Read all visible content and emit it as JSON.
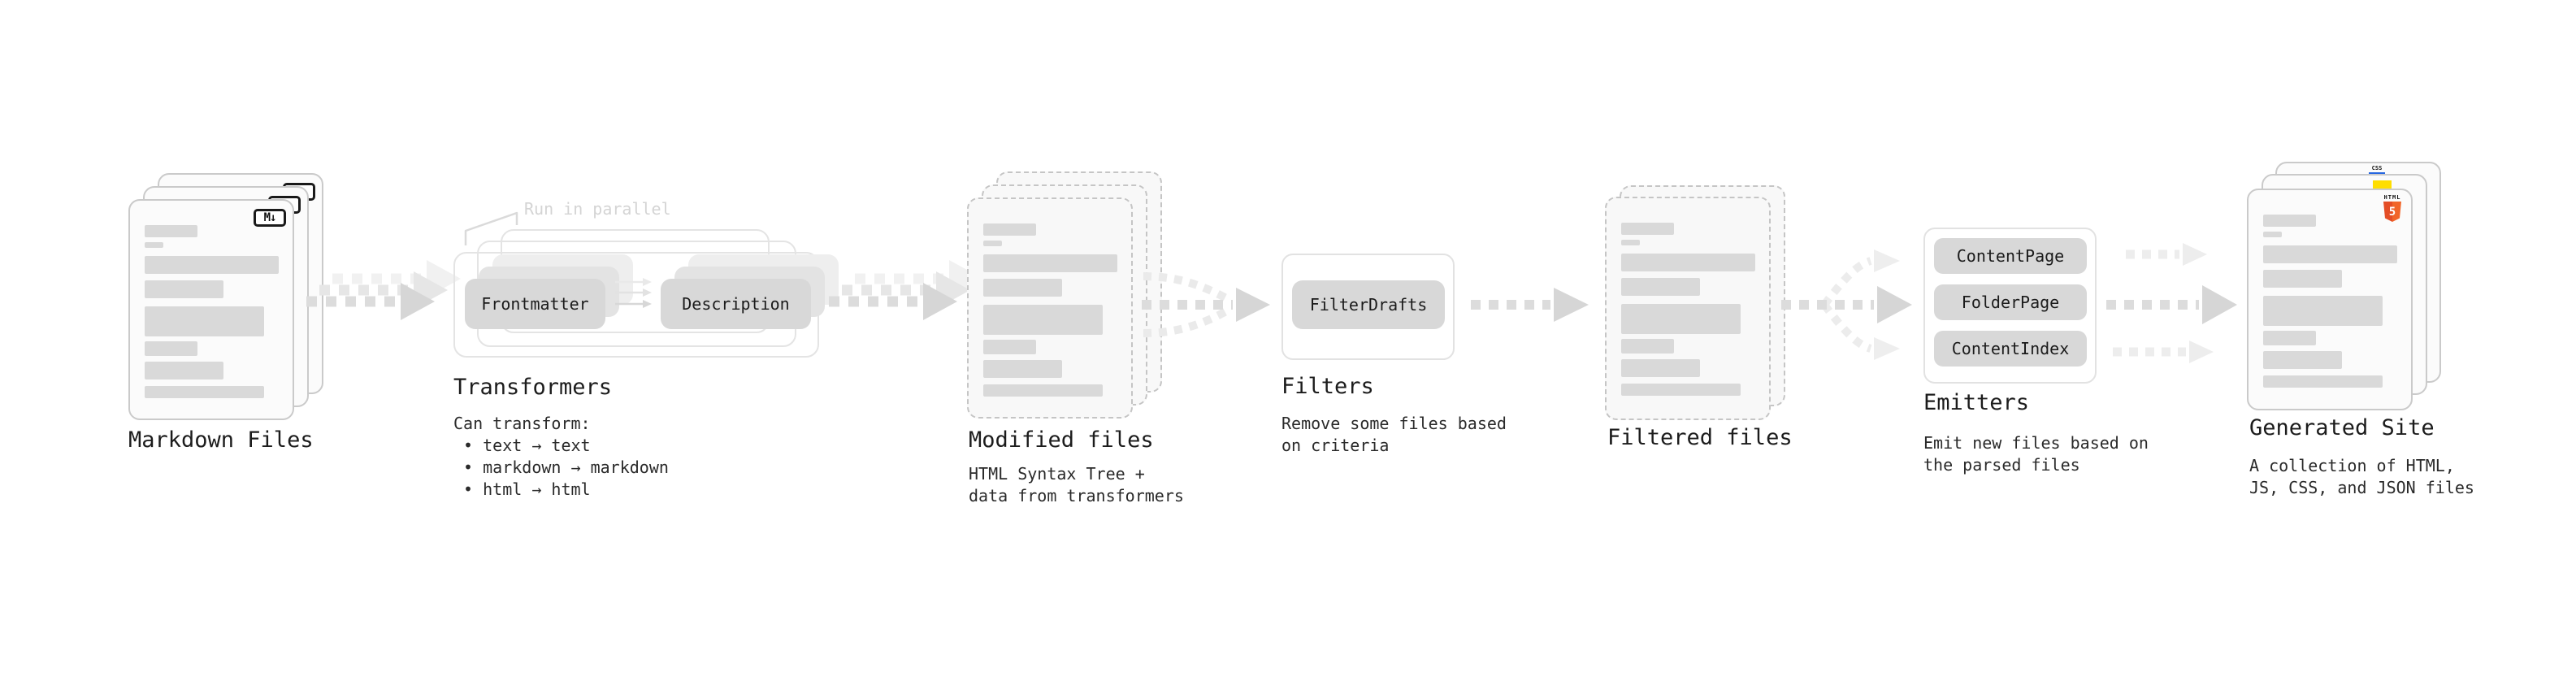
{
  "diagram": {
    "nodes": {
      "markdown_files": {
        "title": "Markdown Files",
        "file_type_badge": "M↓"
      },
      "transformers": {
        "annotation": "Run in parallel",
        "input_pill": "Frontmatter",
        "output_pill": "Description",
        "title": "Transformers",
        "description": "Can transform:\n • text → text\n • markdown → markdown\n • html → html"
      },
      "modified_files": {
        "title": "Modified files",
        "description": "HTML Syntax Tree +\ndata from transformers"
      },
      "filters": {
        "title": "Filters",
        "pill": "FilterDrafts",
        "description": "Remove some files based\non criteria"
      },
      "filtered_files": {
        "title": "Filtered files"
      },
      "emitters": {
        "title": "Emitters",
        "pills": [
          "ContentPage",
          "FolderPage",
          "ContentIndex"
        ],
        "description": "Emit new files based on\nthe parsed files"
      },
      "generated_site": {
        "title": "Generated Site",
        "description": "A collection of HTML,\nJS, CSS, and JSON files",
        "html5_badge_word": "HTML",
        "html5_badge_number": "5",
        "css_badge_word": "CSS"
      }
    },
    "colors": {
      "html5_orange": "#e44d26",
      "html5_orange_light": "#f16529",
      "js_yellow": "#ffde00",
      "css_blue": "#2767e0"
    }
  }
}
